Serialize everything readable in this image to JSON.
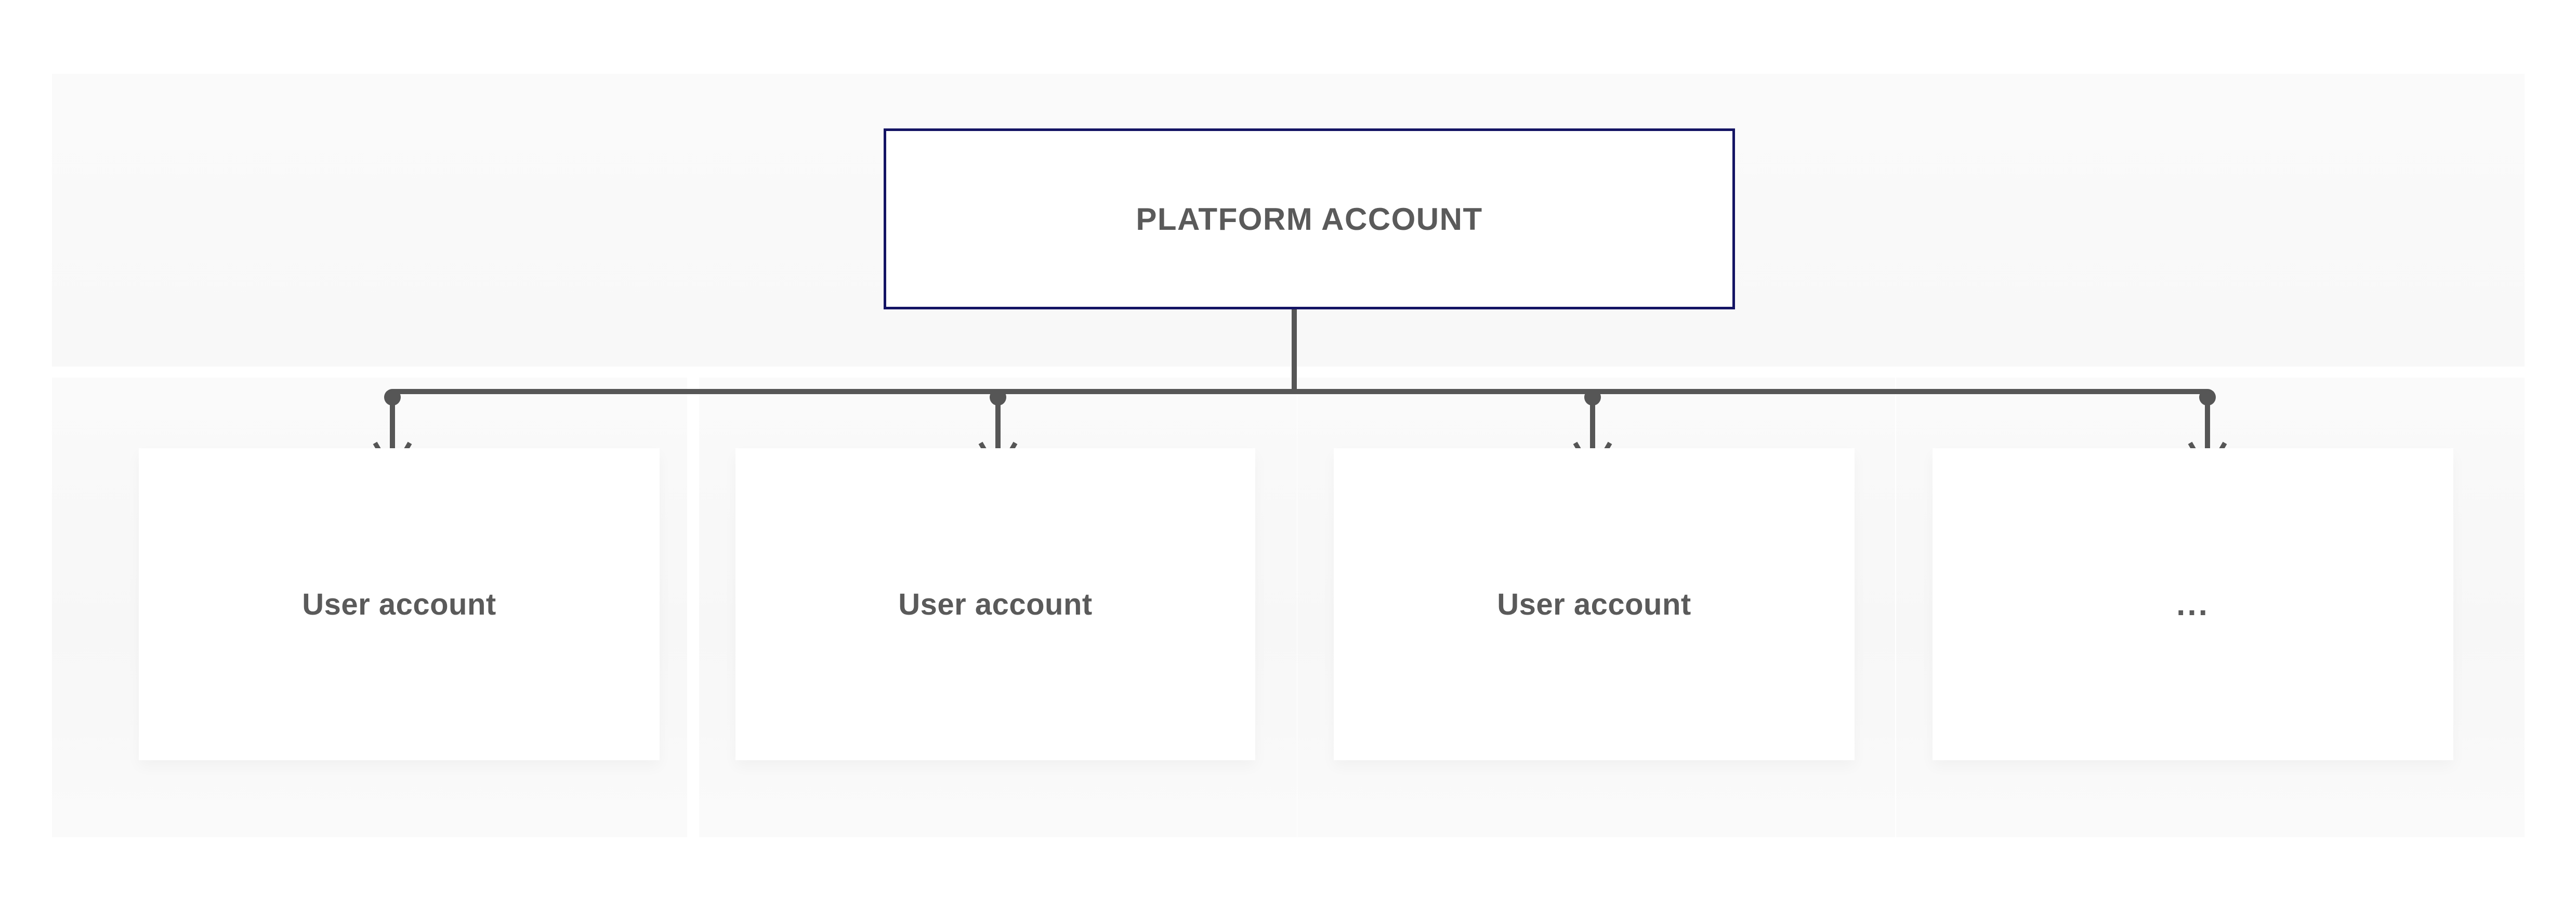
{
  "diagram": {
    "type": "hierarchy-tree",
    "root": {
      "label": "PLATFORM ACCOUNT",
      "border_color": "#141464",
      "text_color": "#5a5a5a",
      "background": "#ffffff"
    },
    "connector": {
      "color": "#565656",
      "node_marker": "filled-circle",
      "arrow_marker": "open-arrowhead",
      "direction": "top-down"
    },
    "children": [
      {
        "label": "User account"
      },
      {
        "label": "User account"
      },
      {
        "label": "User account"
      },
      {
        "label": "..."
      }
    ],
    "panels": {
      "background": "#f9f9f9",
      "count_bottom": 4
    }
  }
}
